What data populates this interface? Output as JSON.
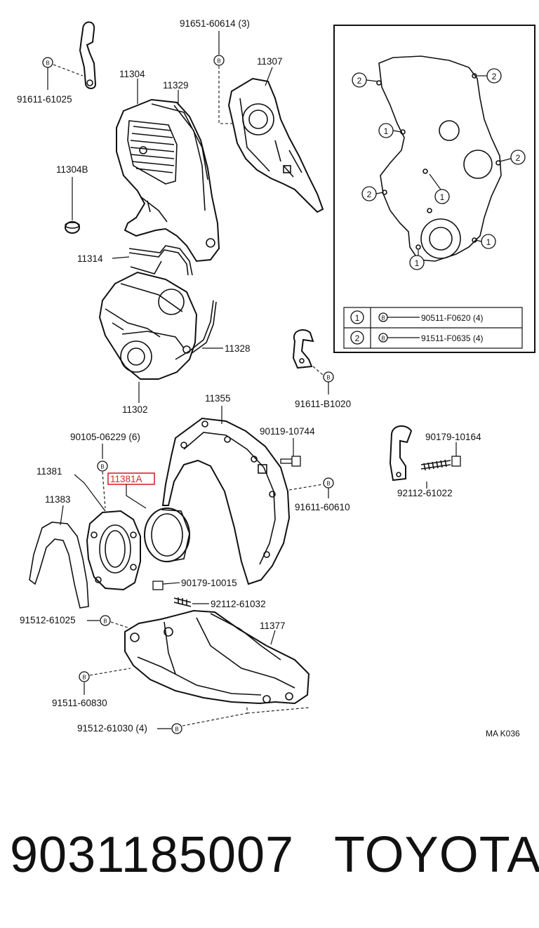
{
  "labels": {
    "p91651_60614": "91651-60614 (3)",
    "p91611_61025": "91611-61025",
    "p11304": "11304",
    "p11329": "11329",
    "p11307": "11307",
    "p11304B": "11304B",
    "p11314": "11314",
    "p11328": "11328",
    "p11302": "11302",
    "p91611_B1020": "91611-B1020",
    "p11355": "11355",
    "p90105_06229": "90105-06229 (6)",
    "p90119_10744": "90119-10744",
    "p90179_10164": "90179-10164",
    "p11381": "11381",
    "p11381A": "11381A",
    "p91611_60610": "91611-60610",
    "p92112_61022": "92112-61022",
    "p11383": "11383",
    "p90179_10015": "90179-10015",
    "p92112_61032": "92112-61032",
    "p91512_61025": "91512-61025",
    "p11377": "11377",
    "p91511_60830": "91511-60830",
    "p91512_61030": "91512-61030 (4)",
    "code": "MA K036"
  },
  "legend": {
    "marker1": "1",
    "marker2": "2",
    "bolt_glyph": "B",
    "row1_part": "90511-F0620 (4)",
    "row2_part": "91511-F0635 (4)"
  },
  "footer": {
    "part_number": "9031185007",
    "brand": "TOYOTA"
  },
  "colors": {
    "highlight": "#d62828",
    "ink": "#111111"
  }
}
